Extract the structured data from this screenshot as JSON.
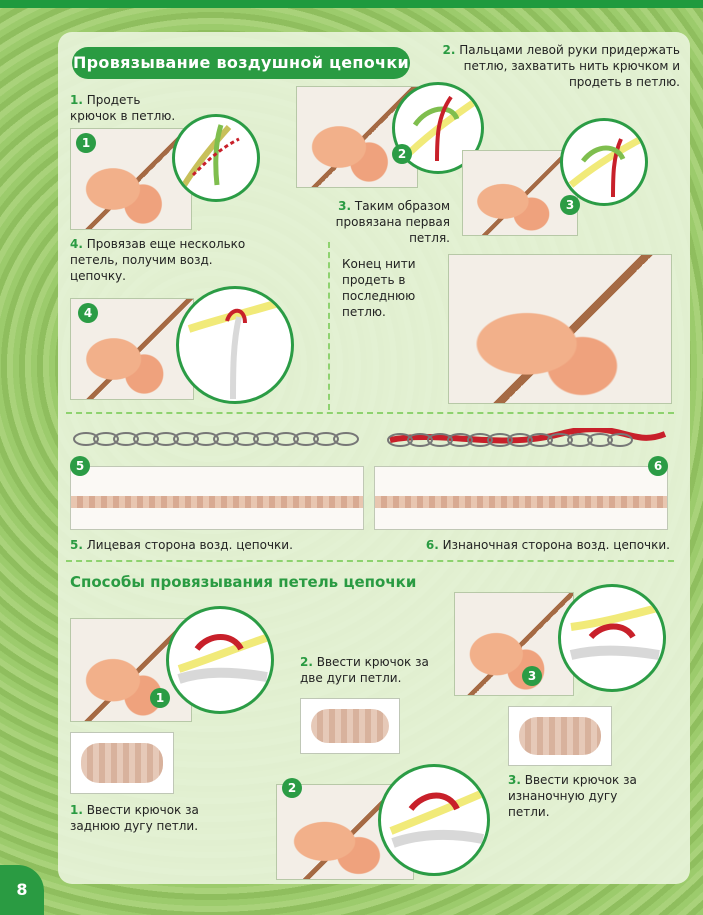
{
  "header": {
    "title": "Провязывание воздушной цепочки"
  },
  "steps": {
    "s1": {
      "num": "1.",
      "text": "Продеть крючок в петлю."
    },
    "s2": {
      "num": "2.",
      "text": "Пальцами левой руки придержать петлю, захватить нить крючком и продеть в петлю."
    },
    "s3": {
      "num": "3.",
      "text": "Таким образом провязана первая петля."
    },
    "s4": {
      "num": "4.",
      "text": "Провязав еще несколько петель, получим возд. цепочку."
    },
    "end_note": "Конец нити продеть в последнюю петлю.",
    "s5": {
      "num": "5.",
      "text": "Лицевая сторона возд. цепочки."
    },
    "s6": {
      "num": "6.",
      "text": "Изнаночная сторона возд. цепочки."
    }
  },
  "section2": {
    "title": "Способы провязывания петель цепочки",
    "m1": {
      "num": "1.",
      "text": "Ввести крючок за заднюю дугу петли."
    },
    "m2": {
      "num": "2.",
      "text": "Ввести крючок за две дуги петли."
    },
    "m3": {
      "num": "3.",
      "text": "Ввести крючок за изнаночную дугу петли."
    }
  },
  "badges": {
    "b1": "1",
    "b2": "2",
    "b3": "3",
    "b4": "4",
    "b5": "5",
    "b6": "6",
    "c1": "1",
    "c2": "2",
    "c3": "3"
  },
  "page_number": "8",
  "colors": {
    "green": "#2a9b42",
    "red": "#c8202a",
    "yarn_yellow": "#f1ea79"
  }
}
